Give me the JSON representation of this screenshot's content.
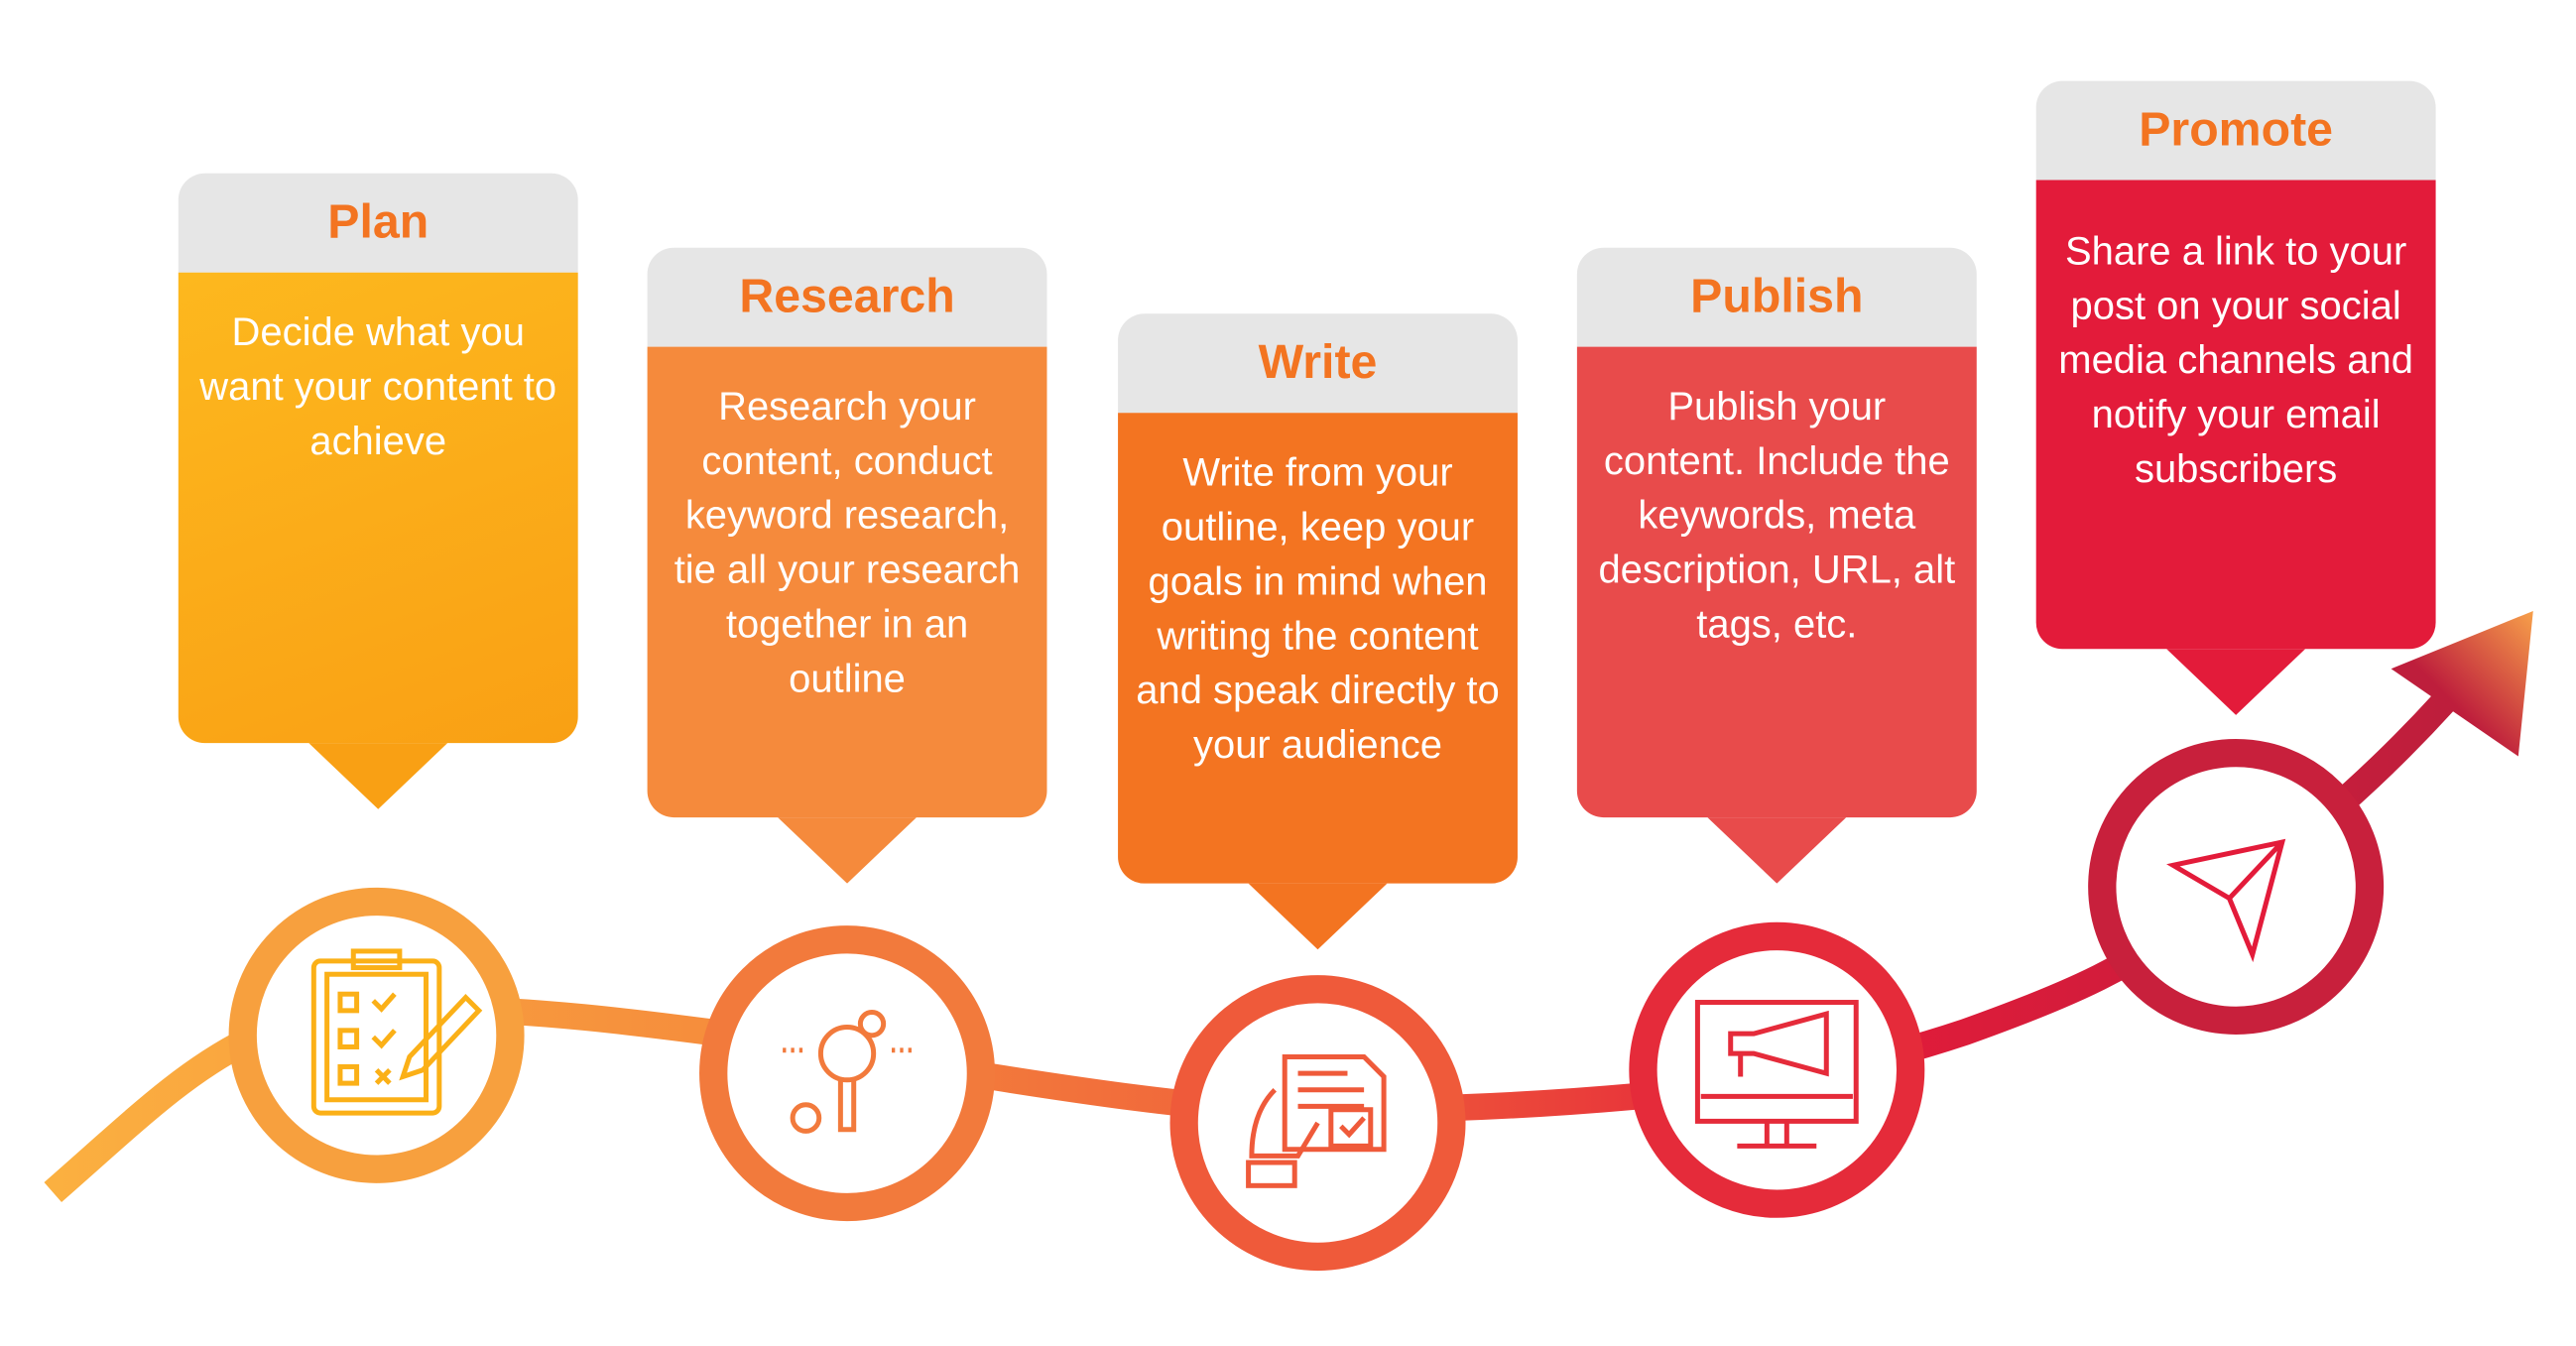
{
  "steps": [
    {
      "title": "Plan",
      "text": "Decide what you want your content to achieve",
      "color": "#FBA91A",
      "icon": "clipboard-checklist-icon"
    },
    {
      "title": "Research",
      "text": "Research your content, conduct keyword research, tie all your research together in an outline",
      "color": "#F58A3C",
      "icon": "magnifier-gears-icon"
    },
    {
      "title": "Write",
      "text": "Write from your outline, keep your goals in mind when writing the content and speak directly to your audience",
      "color": "#F37421",
      "icon": "hand-document-icon"
    },
    {
      "title": "Publish",
      "text": "Publish your content. Include the keywords, meta description, URL, alt tags, etc.",
      "color": "#E84B4B",
      "icon": "monitor-megaphone-icon"
    },
    {
      "title": "Promote",
      "text": "Share a link to your post on your social media channels and notify your email subscribers",
      "color": "#E31B3A",
      "icon": "paper-plane-icon"
    }
  ]
}
